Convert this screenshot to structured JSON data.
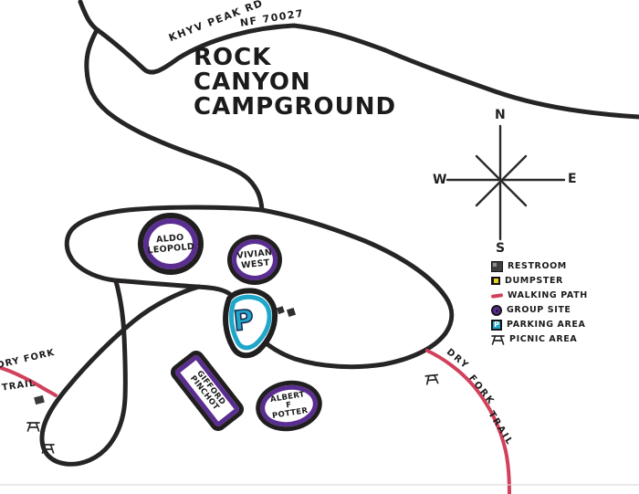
{
  "title": {
    "line1": "ROCK",
    "line2": "CANYON",
    "line3": "CAMPGROUND"
  },
  "roads": {
    "main_label": "KHYV PEAK RD",
    "main_number": "NF 70027"
  },
  "trails": {
    "left": {
      "line1": "DRY FORK",
      "line2": "TRAIL"
    },
    "right": {
      "words": [
        "DRY",
        "FORK",
        "TRAIL"
      ]
    }
  },
  "compass": {
    "north": "N",
    "south": "S",
    "east": "E",
    "west": "W"
  },
  "sites": {
    "aldo": {
      "line1": "ALDO",
      "line2": "LEOPOLD"
    },
    "vivian": {
      "line1": "VIVIAN",
      "line2": "WEST"
    },
    "gifford": {
      "line1": "GIFFORD",
      "line2": "PINCHOT"
    },
    "potter": {
      "line1": "ALBERT",
      "line2": "F",
      "line3": "POTTER"
    }
  },
  "parking": {
    "symbol": "P"
  },
  "legend": {
    "items": [
      {
        "icon": "restroom-icon",
        "label": "RESTROOM"
      },
      {
        "icon": "dumpster-icon",
        "label": "DUMPSTER"
      },
      {
        "icon": "walking-path-icon",
        "label": "WALKING PATH"
      },
      {
        "icon": "group-site-icon",
        "label": "GROUP SITE"
      },
      {
        "icon": "parking-icon",
        "label": "PARKING AREA"
      },
      {
        "icon": "picnic-icon",
        "label": "PICNIC AREA"
      }
    ]
  },
  "colors": {
    "road_black": "#262425",
    "trail_red": "#d2415c",
    "group_site_purple": "#5a2d91",
    "parking_teal": "#1fa7c9",
    "dumpster_yellow": "#e6d41c"
  }
}
